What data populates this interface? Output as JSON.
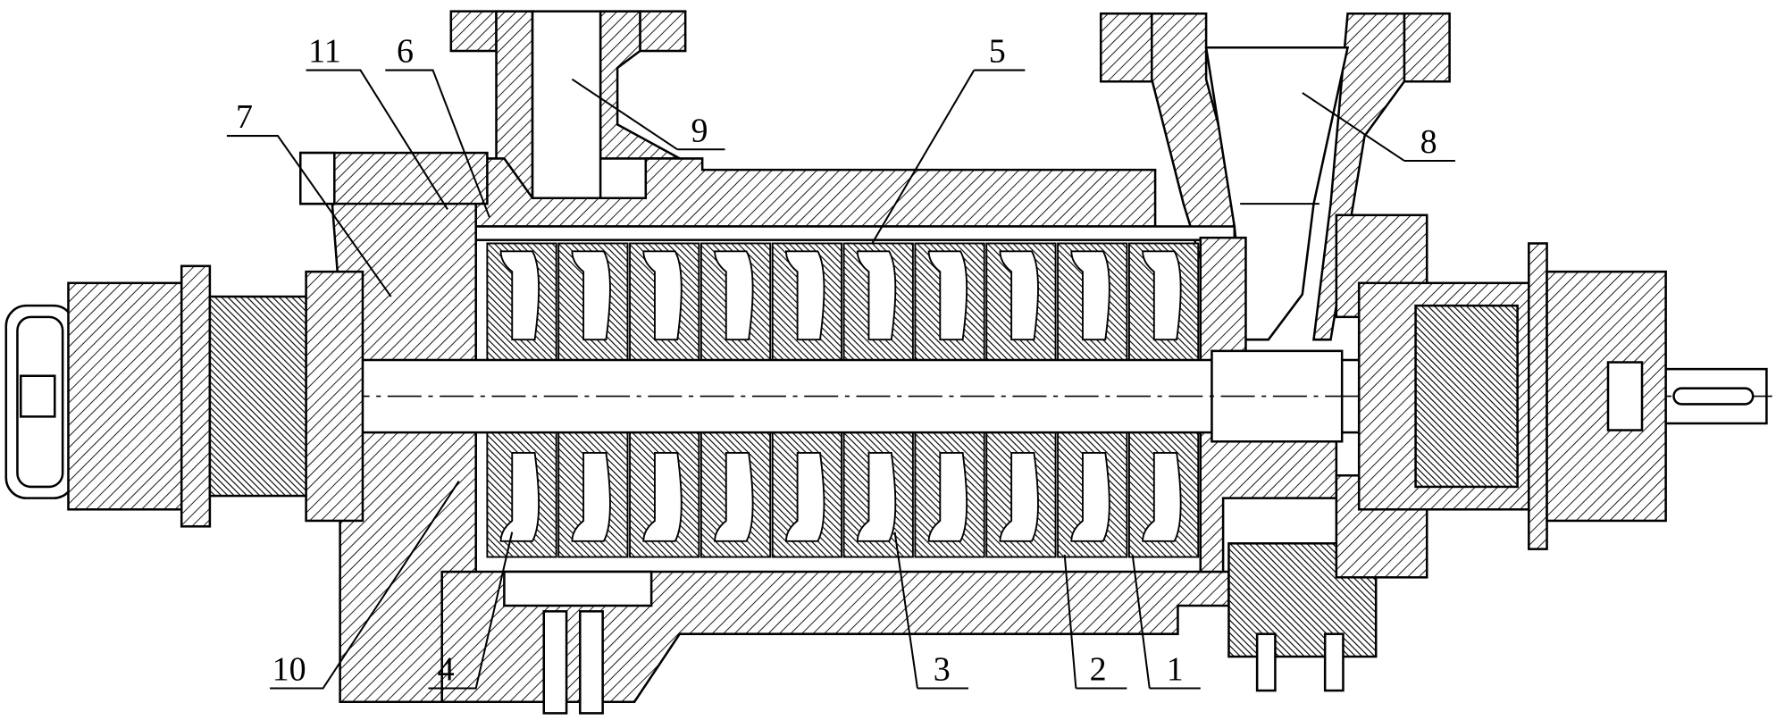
{
  "figure": {
    "title": "Multistage centrifugal pump cross-section",
    "labels": {
      "l1": "1",
      "l2": "2",
      "l3": "3",
      "l4": "4",
      "l5": "5",
      "l6": "6",
      "l7": "7",
      "l8": "8",
      "l9": "9",
      "l10": "10",
      "l11": "11"
    },
    "stage_count": 10,
    "colors": {
      "line": "#000000",
      "background": "#ffffff"
    }
  }
}
